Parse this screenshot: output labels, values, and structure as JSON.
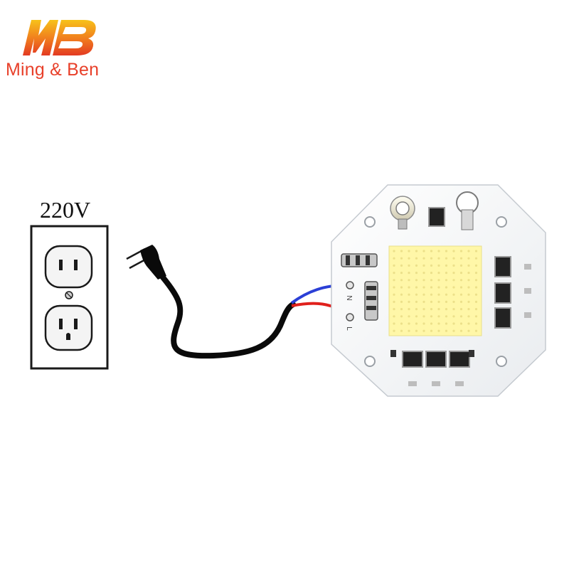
{
  "brand": {
    "name": "Ming & Ben",
    "logo_letters": "MB",
    "logo_gradient": [
      "#f7c21a",
      "#f07a1e",
      "#e33a22"
    ]
  },
  "outlet": {
    "voltage_label": "220V",
    "icon": "wall-outlet-icon"
  },
  "plug": {
    "icon": "plug-icon"
  },
  "chip": {
    "icon": "cob-led-chip-icon",
    "terminal_labels": [
      "N",
      "L"
    ],
    "led_color": "#fff7a8"
  },
  "colors": {
    "neutral_wire": "#2b3fd6",
    "live_wire": "#e0201c",
    "cable": "#0a0a0a"
  }
}
